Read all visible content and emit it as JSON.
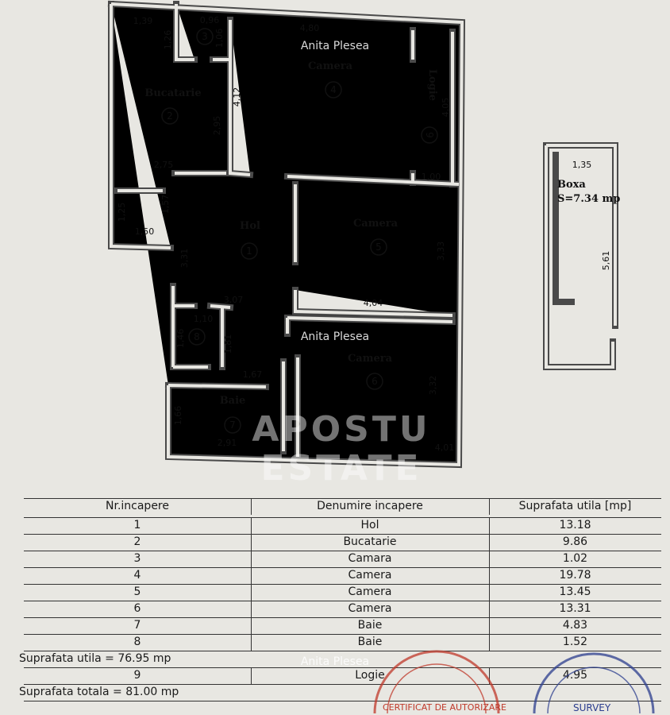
{
  "plan": {
    "rooms": {
      "bucatarie": "Bucatarie",
      "camera4": "Camera",
      "logie": "Logie",
      "hol": "Hol",
      "camera5": "Camera",
      "camera6": "Camera",
      "baie": "Baie",
      "boxa": "Boxa",
      "boxa_area": "S=7.34 mp"
    },
    "markers": [
      "1",
      "2",
      "3",
      "4",
      "5",
      "6",
      "7",
      "8",
      "9"
    ],
    "dimensions": {
      "d139": "1,39",
      "d126": "1,26",
      "d096": "0,96",
      "d106": "1,06",
      "d480": "4,80",
      "d405": "4,05",
      "d100": "1,00",
      "d412": "4,12",
      "d295": "2,95",
      "d275": "2,75",
      "d157": "1,57",
      "d125": "1,25",
      "d150": "1,50",
      "d331": "3,31",
      "d333": "3,33",
      "d404": "4,04",
      "d307": "3,07",
      "d110": "1,10",
      "d146": "1,46",
      "d181": "1,81",
      "d167": "1,67",
      "d332": "3,32",
      "d166": "1,66",
      "d291": "2,91",
      "d401": "4,01",
      "d135": "1,35",
      "d561": "5,61"
    },
    "watermark_name": "Anita Plesea",
    "brand_line1": "APOSTU",
    "brand_line2": "ESTATE"
  },
  "table": {
    "headers": [
      "Nr.incapere",
      "Denumire incapere",
      "Suprafata utila [mp]"
    ],
    "rows": [
      [
        "1",
        "Hol",
        "13.18"
      ],
      [
        "2",
        "Bucatarie",
        "9.86"
      ],
      [
        "3",
        "Camara",
        "1.02"
      ],
      [
        "4",
        "Camera",
        "19.78"
      ],
      [
        "5",
        "Camera",
        "13.45"
      ],
      [
        "6",
        "Camera",
        "13.31"
      ],
      [
        "7",
        "Baie",
        "4.83"
      ],
      [
        "8",
        "Baie",
        "1.52"
      ]
    ],
    "useful_total": "Suprafata utila = 76.95 mp",
    "extra_row": [
      "9",
      "Logie",
      "4.95"
    ],
    "grand_total": "Suprafata totala = 81.00 mp"
  },
  "stamps": {
    "red_stamp": "CERTIFICAT DE AUTORIZARE",
    "blue_stamp": "SURVEY"
  },
  "colors": {
    "paper": "#e8e7e2",
    "walls": "#4a4a4a",
    "red_stamp": "#c0392b",
    "blue_stamp": "#2c3e8f"
  }
}
